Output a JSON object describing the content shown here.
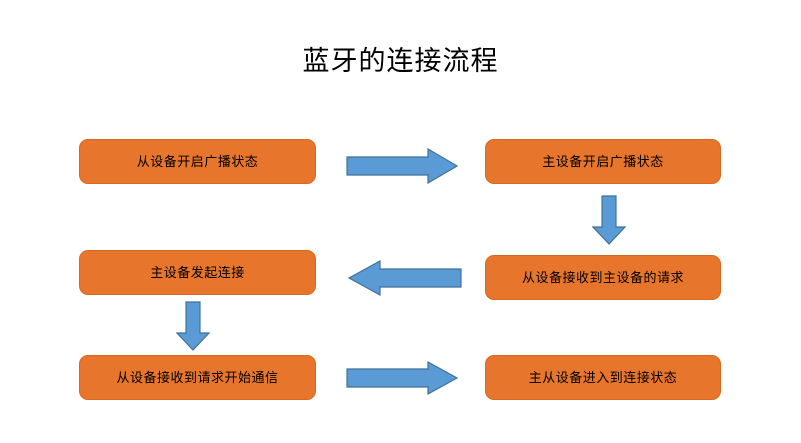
{
  "slide": {
    "title": "蓝牙的连接流程",
    "background_color": "#ffffff"
  },
  "style": {
    "node_fill": "#E8752C",
    "node_border": "#D9691F",
    "arrow_fill": "#5B9BD5",
    "arrow_border": "#41719C",
    "text_color": "#000000"
  },
  "nodes": [
    {
      "id": "slave-start-broadcast",
      "label": "从设备开启广播状态",
      "column": "left",
      "row": 1
    },
    {
      "id": "master-start-broadcast",
      "label": "主设备开启广播状态",
      "column": "right",
      "row": 1
    },
    {
      "id": "slave-receive-request",
      "label": "从设备接收到主设备的请求",
      "column": "right",
      "row": 2
    },
    {
      "id": "master-initiate-connect",
      "label": "主设备发起连接",
      "column": "left",
      "row": 2
    },
    {
      "id": "slave-start-comm",
      "label": "从设备接收到请求开始通信",
      "column": "left",
      "row": 3
    },
    {
      "id": "devices-connected",
      "label": "主从设备进入到连接状态",
      "column": "right",
      "row": 3
    }
  ],
  "arrows": [
    {
      "id": "arrow-1",
      "direction": "right",
      "from": "slave-start-broadcast",
      "to": "master-start-broadcast"
    },
    {
      "id": "arrow-2",
      "direction": "down",
      "from": "master-start-broadcast",
      "to": "slave-receive-request"
    },
    {
      "id": "arrow-3",
      "direction": "left",
      "from": "slave-receive-request",
      "to": "master-initiate-connect"
    },
    {
      "id": "arrow-4",
      "direction": "down",
      "from": "master-initiate-connect",
      "to": "slave-start-comm"
    },
    {
      "id": "arrow-5",
      "direction": "right",
      "from": "slave-start-comm",
      "to": "devices-connected"
    }
  ]
}
